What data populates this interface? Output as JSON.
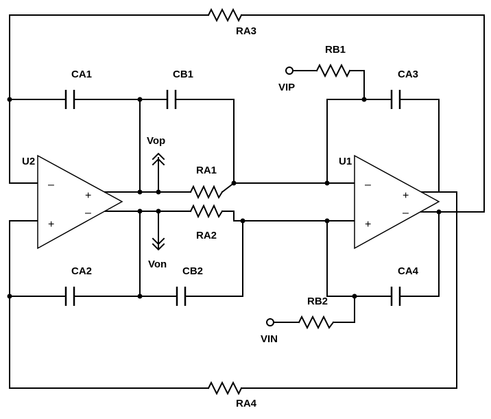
{
  "resistors": {
    "RA1": "RA1",
    "RA2": "RA2",
    "RA3": "RA3",
    "RA4": "RA4",
    "RB1": "RB1",
    "RB2": "RB2"
  },
  "capacitors": {
    "CA1": "CA1",
    "CA2": "CA2",
    "CA3": "CA3",
    "CA4": "CA4",
    "CB1": "CB1",
    "CB2": "CB2"
  },
  "amplifiers": {
    "U1": "U1",
    "U2": "U2"
  },
  "ports": {
    "VIP": "VIP",
    "VIN": "VIN",
    "Vop": "Vop",
    "Von": "Von"
  },
  "signs": {
    "plus": "+",
    "minus": "–"
  }
}
